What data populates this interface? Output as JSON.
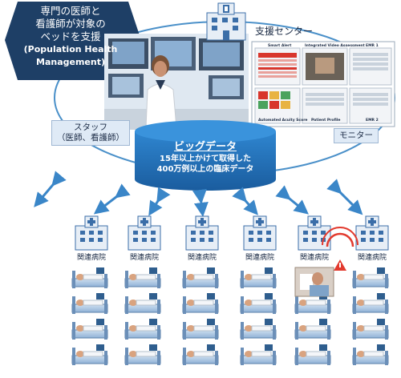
{
  "hexagon": {
    "line1": "専門の医師と",
    "line2": "看護師が対象の",
    "line3": "ベッドを支援",
    "line4": "(Population Health",
    "line5": "Management)"
  },
  "support_center_label": "支援センター",
  "staff_label": {
    "line1": "スタッフ",
    "line2": "（医師、看護師）"
  },
  "monitor_label": "モニター",
  "big_data": {
    "title": "ビッグデータ",
    "line1": "15年以上かけて取得した",
    "line2": "400万例以上の臨床データ"
  },
  "monitor_panels": {
    "top": [
      "Smart Alert",
      "Integrated Video Assessment",
      "EMR 1"
    ],
    "bottom": [
      "Automated Acuity Score",
      "Patient Profile",
      "EMR 2"
    ]
  },
  "hospitals": [
    "関連病院",
    "関連病院",
    "関連病院",
    "関連病院",
    "関連病院",
    "関連病院"
  ],
  "alert_hospital_index": 4,
  "colors": {
    "hexagon": "#1e3f66",
    "database": "#1f6fb8",
    "arrow": "#3a86c8",
    "ellipse": "#4a90c9",
    "alert": "#e23a2e"
  }
}
